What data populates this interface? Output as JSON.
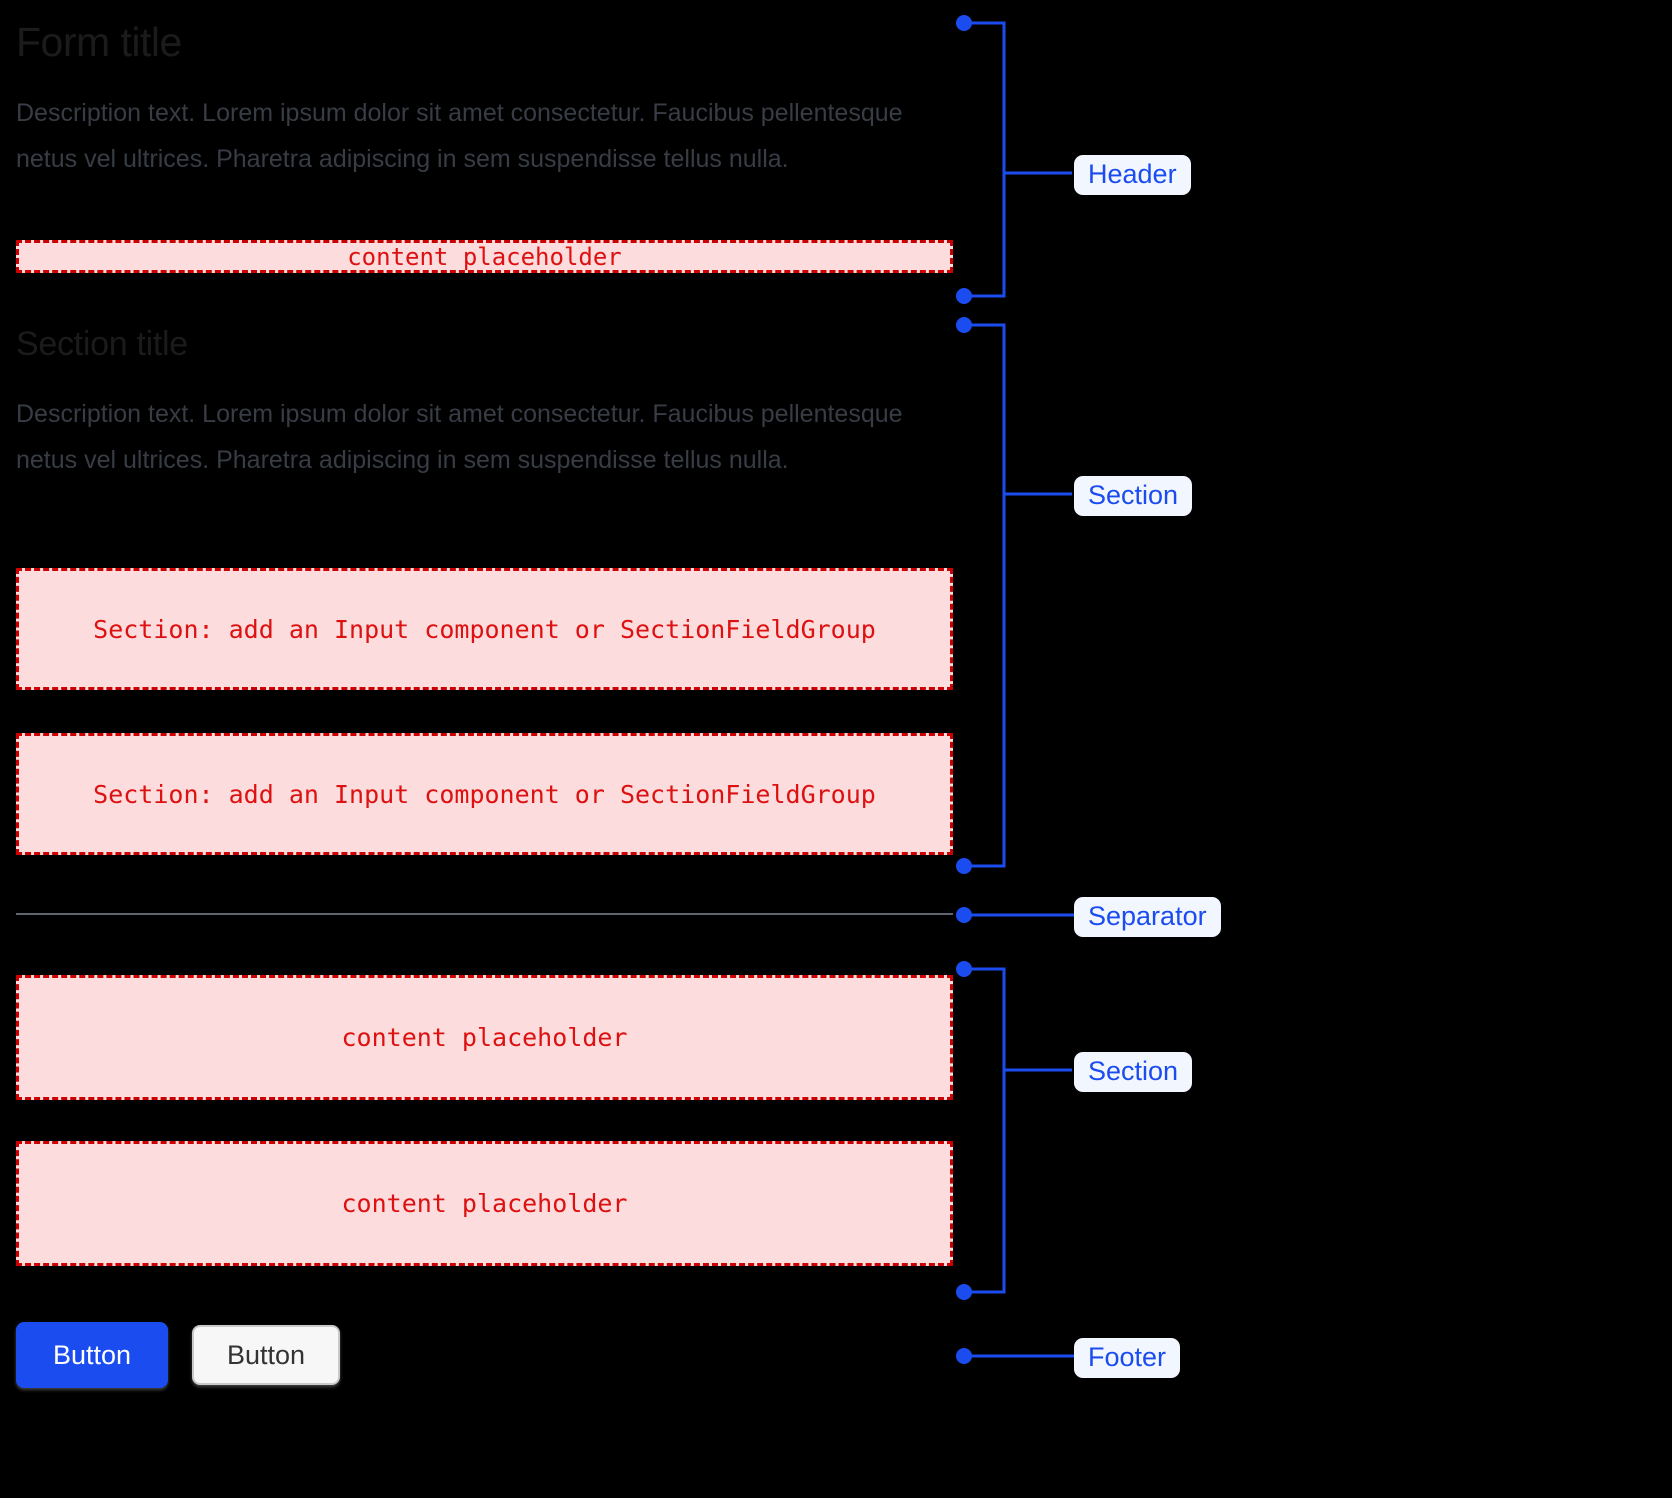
{
  "page": {
    "background": "#000000",
    "accent_blue": "#1b4cf0",
    "placeholder_fill": "#fcdcdc",
    "placeholder_border": "#cc0000",
    "placeholder_text_color": "#dd1111",
    "separator_color": "#606670",
    "title_color": "#1b1b1c",
    "description_color": "#383c44",
    "label_background": "#f2f6ff"
  },
  "form": {
    "title": "Form title",
    "header_description": "Description text. Lorem ipsum dolor sit amet consectetur. Faucibus pellentesque netus vel ultrices. Pharetra adipiscing in sem suspendisse tellus nulla.",
    "header_placeholder": "content placeholder",
    "section_title": "Section title",
    "section_description": "Description text. Lorem ipsum dolor sit amet consectetur. Faucibus pellentesque netus vel ultrices. Pharetra adipiscing in sem suspendisse tellus nulla.",
    "section_placeholder_a": "Section: add an Input component or SectionFieldGroup",
    "section_placeholder_b": "Section: add an Input component or SectionFieldGroup",
    "section_placeholder_c": "content placeholder",
    "section_placeholder_d": "content placeholder"
  },
  "footer": {
    "primary_button": "Button",
    "secondary_button": "Button"
  },
  "annotations": [
    {
      "label": "Header",
      "kind": "bracket"
    },
    {
      "label": "Section",
      "kind": "bracket"
    },
    {
      "label": "Separator",
      "kind": "point"
    },
    {
      "label": "Section",
      "kind": "bracket"
    },
    {
      "label": "Footer",
      "kind": "point"
    }
  ]
}
